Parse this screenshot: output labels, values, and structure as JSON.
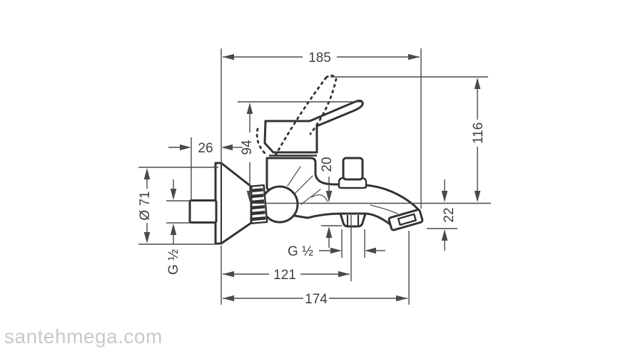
{
  "drawing": {
    "description": "Technical side-elevation dimension drawing of a wall-mounted single-lever bath mixer tap",
    "units": "mm",
    "background_color": "#ffffff",
    "outline_color": "#333333",
    "dimension_color": "#4a4a4a",
    "dimensions": {
      "total_depth_mm": "185",
      "height_above_axis_open_mm": "116",
      "escutcheon_offset_mm": "26",
      "height_above_axis_closed_mm": "94",
      "diverter_offset_mm": "20",
      "escutcheon_diameter": "Ø 71",
      "spout_outlet_drop_mm": "22",
      "inlet_thread": "G ½",
      "shower_outlet_thread": "G ½",
      "shower_outlet_from_wall_mm": "121",
      "spout_outlet_from_wall_mm": "174"
    }
  },
  "watermark": {
    "text": "santehmega.com",
    "color": "#c9c9c9"
  }
}
